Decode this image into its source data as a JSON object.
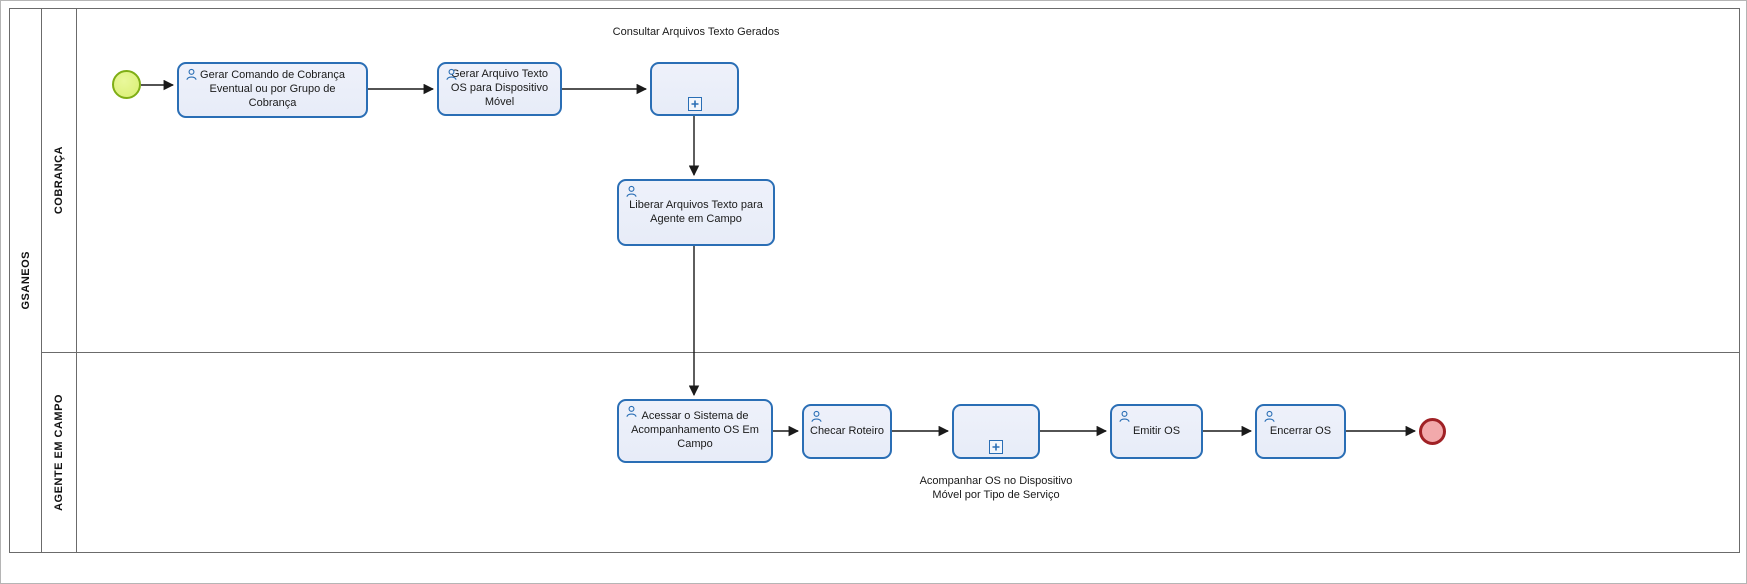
{
  "pool_label": "GSANEOS",
  "lanes": [
    {
      "label": "COBRANÇA"
    },
    {
      "label": "AGENTE EM CAMPO"
    }
  ],
  "tasks": {
    "gerar_comando": "Gerar Comando de Cobrança Eventual ou por Grupo de Cobrança",
    "gerar_arquivo": "Gerar Arquivo Texto OS para Dispositivo Móvel",
    "liberar_arquivos": "Liberar Arquivos Texto para Agente em Campo",
    "acessar_sistema": "Acessar o Sistema de Acompanhamento OS Em Campo",
    "checar_roteiro": "Checar Roteiro",
    "emitir_os": "Emitir OS",
    "encerrar_os": "Encerrar OS"
  },
  "subprocess_labels": {
    "consultar_arquivos": "Consultar Arquivos Texto Gerados",
    "acompanhar_os": "Acompanhar OS no Dispositivo Móvel por Tipo de Serviço"
  },
  "colors": {
    "task_border": "#2a6eb5",
    "task_fill": "#e7ecf8",
    "start_fill": "#d9ef72",
    "start_border": "#7fae16",
    "end_fill": "#f2a9ab",
    "end_border": "#a02125",
    "flow_color": "#1a1a1a"
  }
}
